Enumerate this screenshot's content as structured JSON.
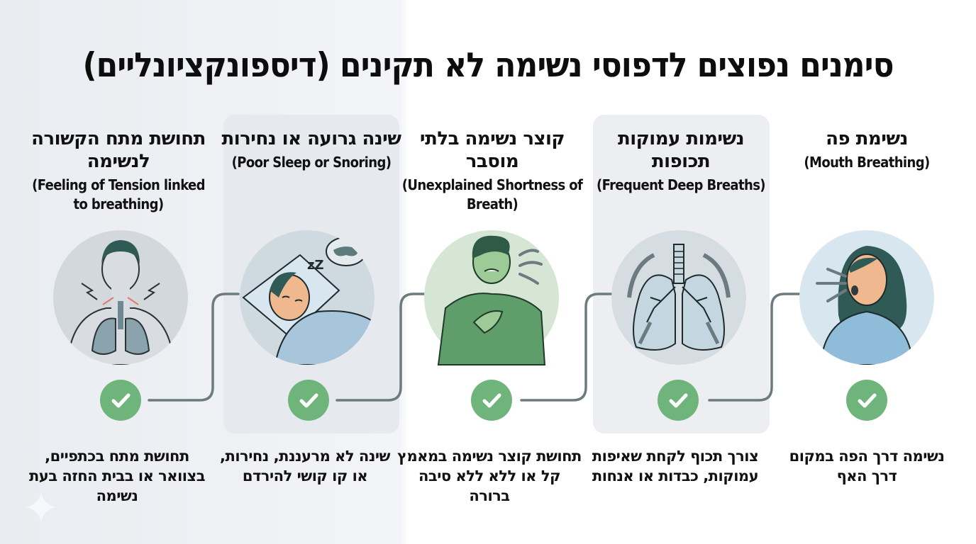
{
  "title": "סימנים נפוצים לדפוסי נשימה לא תקינים (דיספונקציונליים)",
  "colors": {
    "check_green": "#6fb57b",
    "connector_gray": "#6b7b7f",
    "panel_gray": "#e6e9ed",
    "left_background": "#eceef2"
  },
  "symptoms": [
    {
      "heading_he": "תחושת מתח הקשורה לנשימה",
      "heading_en": "(Feeling of Tension linked to breathing)",
      "illustration": "man-with-neck-and-shoulder-tension-lungs",
      "status_icon": "check-icon",
      "description": "תחושת מתח בכתפיים, בצוואר או בבית החזה בעת נשימה"
    },
    {
      "heading_he": "שינה גרועה או נחירות",
      "heading_en": "(Poor Sleep or Snoring)",
      "illustration": "man-sleeping-on-pillow-with-sleep-mask",
      "status_icon": "check-icon",
      "description": "שינה לא מרעננת, נחירות, או קו קושי להירדם"
    },
    {
      "heading_he": "קוצר נשימה בלתי מוסבר",
      "heading_en": "(Unexplained Shortness of Breath)",
      "illustration": "man-holding-chest-short-of-breath",
      "status_icon": "check-icon",
      "description": "תחושת קוצר נשימה במאמץ קל או ללא ללא סיבה ברורה"
    },
    {
      "heading_he": "נשימות עמוקות תכופות",
      "heading_en": "(Frequent Deep Breaths)",
      "illustration": "lungs-with-expansion-arrows",
      "status_icon": "check-icon",
      "description": "צורך תכוף לקחת שאיפות עמוקות, כבדות או אנחות"
    },
    {
      "heading_he": "נשימת פה",
      "heading_en": "(Mouth Breathing)",
      "illustration": "woman-breathing-through-mouth",
      "status_icon": "check-icon",
      "description": "נשימה דרך הפה במקום דרך האף"
    }
  ]
}
